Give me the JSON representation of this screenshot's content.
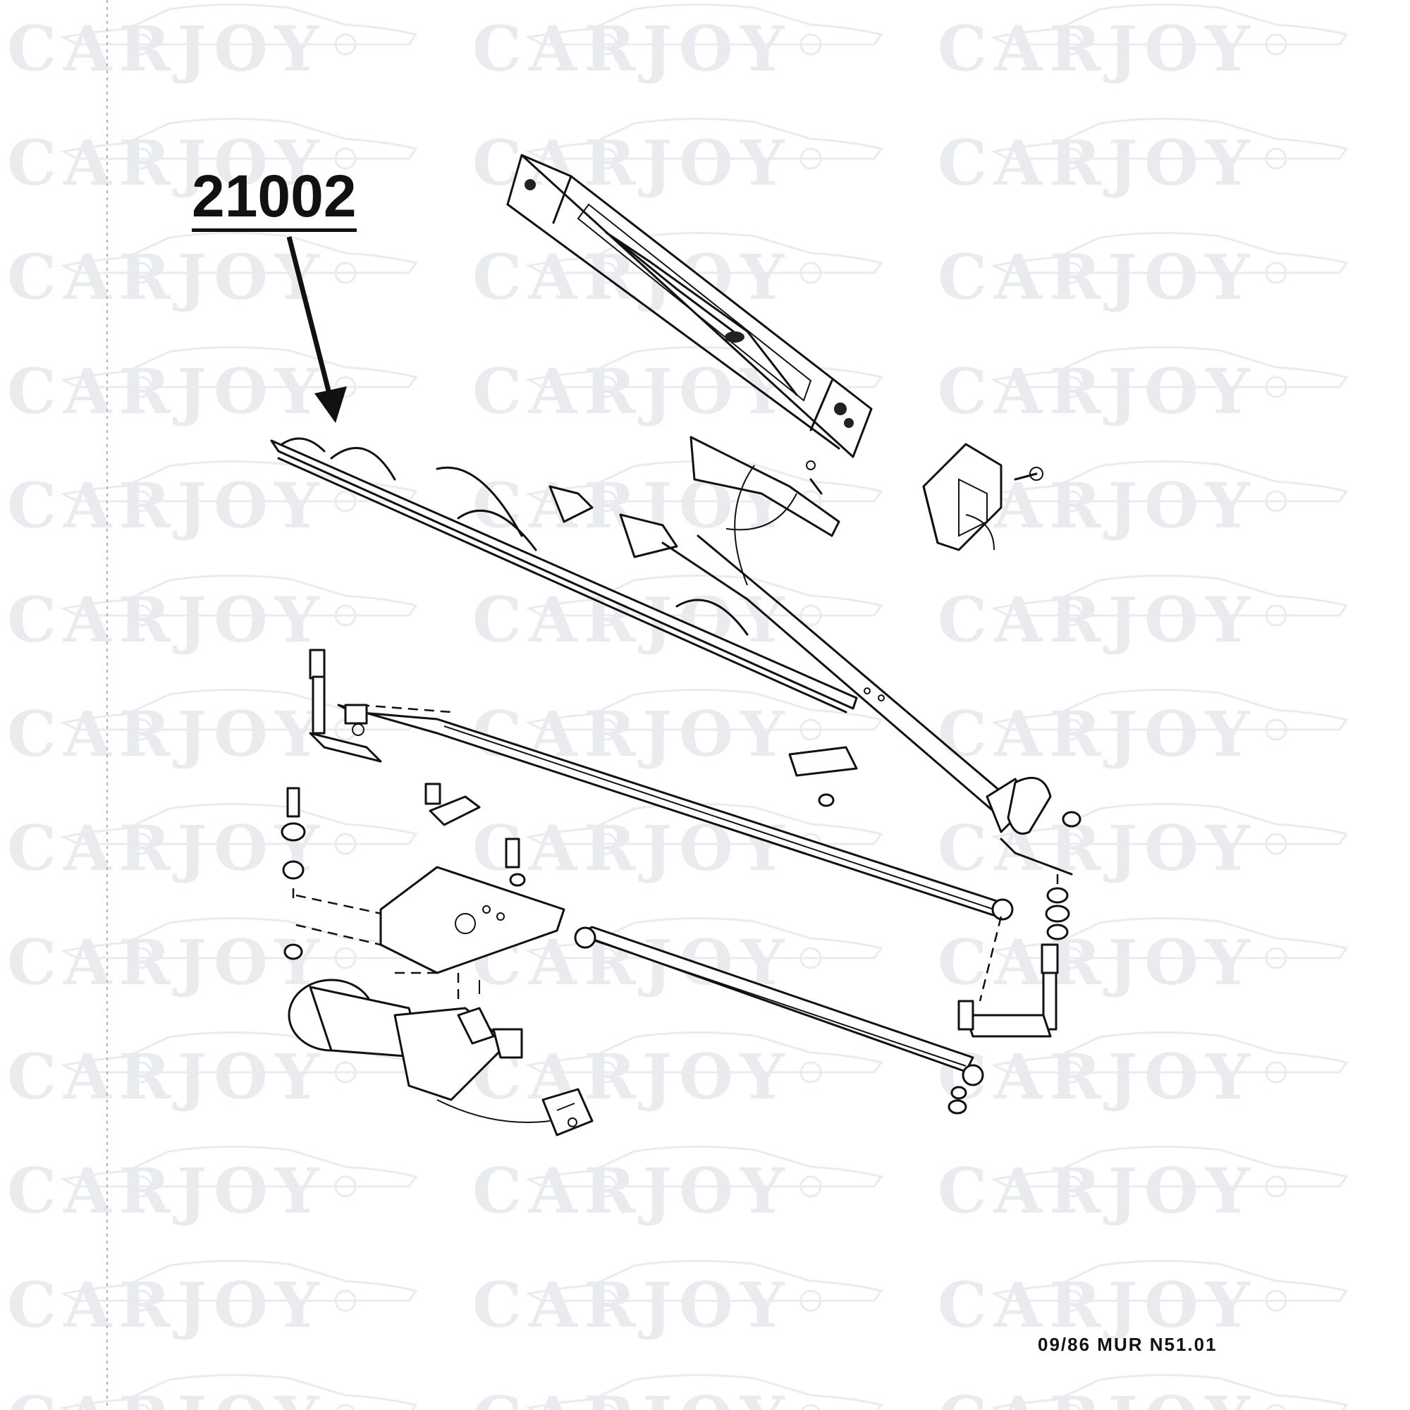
{
  "watermark": {
    "brand": "CARJOY"
  },
  "callout": {
    "part_number": "21002"
  },
  "footer": {
    "document_code": "09/86  MUR  N51.01"
  },
  "icons": {
    "watermark": "car-silhouette-icon",
    "wiper_blade": "wiper-blade-icon",
    "wiper_arm": "wiper-arm-icon",
    "motor": "wiper-motor-icon",
    "connector": "electrical-connector-icon"
  }
}
